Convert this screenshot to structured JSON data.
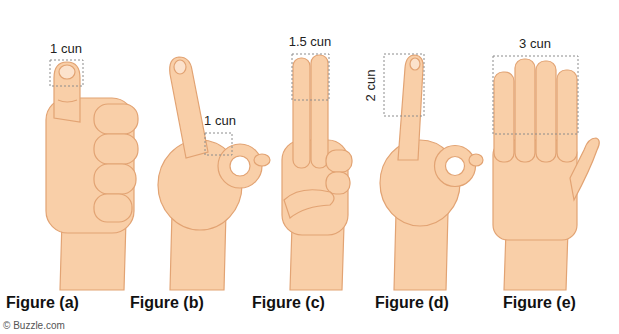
{
  "diagram": {
    "labels": [
      "1 cun",
      "1 cun",
      "1.5 cun",
      "2 cun",
      "3 cun",
      "Figure (a)",
      "Figure (b)",
      "Figure (c)",
      "Figure (d)",
      "Figure (e)",
      "© Buzzle.com"
    ]
  }
}
